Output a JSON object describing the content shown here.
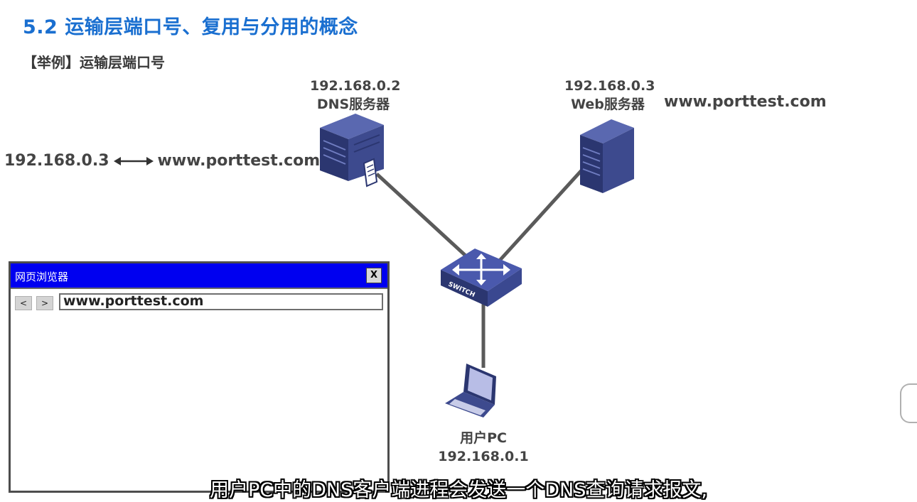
{
  "slide": {
    "title": "5.2 运输层端口号、复用与分用的概念",
    "example_label": "【举例】运输层端口号"
  },
  "dns_server": {
    "ip": "192.168.0.2",
    "label": "DNS服务器"
  },
  "web_server": {
    "ip": "192.168.0.3",
    "label": "Web服务器",
    "domain": "www.porttest.com"
  },
  "dns_mapping": {
    "ip": "192.168.0.3",
    "domain": "www.porttest.com"
  },
  "switch": {
    "label": "SWITCH"
  },
  "user_pc": {
    "label": "用户PC",
    "ip": "192.168.0.1"
  },
  "browser": {
    "title": "网页浏览器",
    "close_label": "X",
    "back_label": "<",
    "forward_label": ">",
    "address": "www.porttest.com"
  },
  "subtitle": "用户PC中的DNS客户端进程会发送一个DNS查询请求报文,",
  "colors": {
    "title_blue": "#1a6fd0",
    "browser_titlebar": "#0000f0",
    "link_line": "#5a5a5a",
    "device_navy": "#2b3670"
  },
  "icons": [
    "server-icon",
    "document-icon",
    "switch-icon",
    "laptop-icon",
    "double-arrow-icon",
    "close-icon"
  ]
}
